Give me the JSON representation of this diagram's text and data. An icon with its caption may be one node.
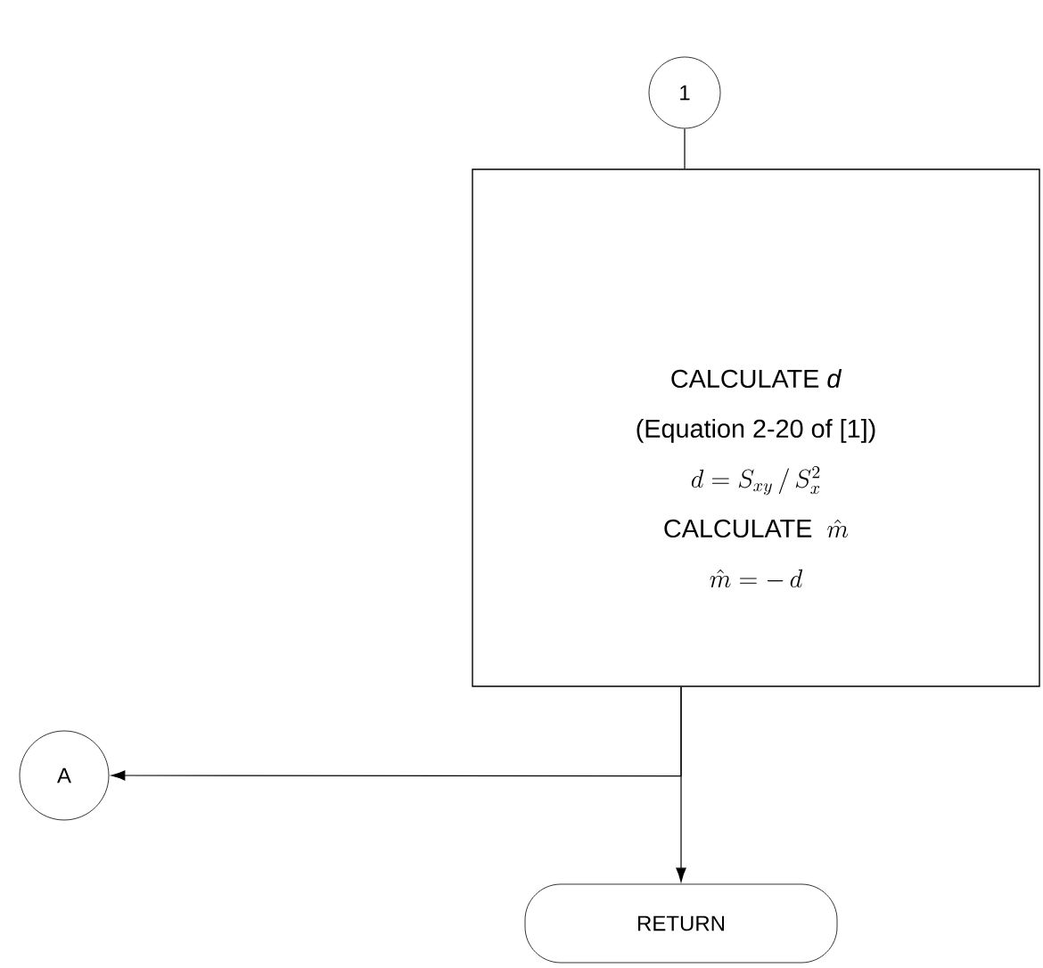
{
  "diagram": {
    "nodes": [
      {
        "text": [
          "1"
        ]
      },
      {
        "text": [
          "CALCULATE *d*",
          "(Equation 2-20 of [1])",
          "d = S_{xy}\\,/\\,S_x^{2}",
          "\\mbox{CALCULATE}\\ \\ \\hat{m}",
          "\\hat{m} = -\\,d"
        ]
      },
      {
        "text": [
          "A"
        ]
      },
      {
        "text": [
          "RETURN"
        ]
      }
    ],
    "edges": [
      {
        "from": 0,
        "to": 1,
        "arrow": "none"
      },
      {
        "from": 1,
        "to": 2,
        "arrow": "to"
      },
      {
        "from": 1,
        "to": 3,
        "arrow": "to"
      }
    ]
  }
}
